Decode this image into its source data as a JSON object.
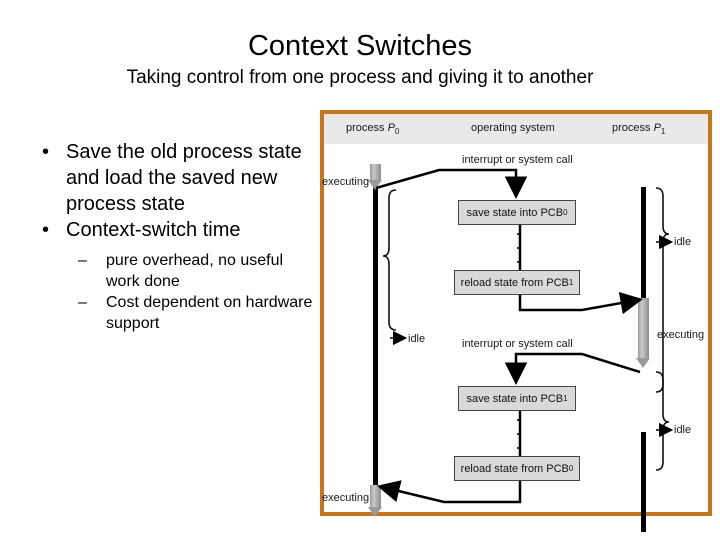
{
  "slide": {
    "title": "Context Switches",
    "subtitle": "Taking control from one process and giving it to another"
  },
  "bullets": [
    {
      "level": 1,
      "mark": "•",
      "text": "Save the old process state and load the saved new process state"
    },
    {
      "level": 1,
      "mark": "•",
      "text": "Context-switch time"
    },
    {
      "level": 2,
      "mark": "–",
      "text": "pure overhead, no useful work done"
    },
    {
      "level": 2,
      "mark": "–",
      "text": "Cost dependent on hardware support"
    }
  ],
  "figure": {
    "border_color": "#c4761c",
    "header_band_color": "#e9e9e9",
    "box_fill": "#d9d9d9",
    "columns": [
      {
        "name": "process-p0",
        "label_prefix": "process ",
        "label_var": "P",
        "label_sub": "0"
      },
      {
        "name": "operating-system",
        "label_prefix": "operating system",
        "label_var": "",
        "label_sub": ""
      },
      {
        "name": "process-p1",
        "label_prefix": "process ",
        "label_var": "P",
        "label_sub": "1"
      }
    ],
    "events": [
      {
        "name": "interrupt-1",
        "text": "interrupt or system call"
      },
      {
        "name": "interrupt-2",
        "text": "interrupt or system call"
      }
    ],
    "boxes": [
      {
        "name": "save-state-pcb0",
        "text": "save state into PCB",
        "sub": "0"
      },
      {
        "name": "reload-state-pcb1",
        "text": "reload state from PCB",
        "sub": "1"
      },
      {
        "name": "save-state-pcb1",
        "text": "save state into PCB",
        "sub": "1"
      },
      {
        "name": "reload-state-pcb0",
        "text": "reload state from PCB",
        "sub": "0"
      }
    ],
    "state_labels": {
      "executing_p0_top": "executing",
      "idle_p0": "idle",
      "executing_p0_bottom": "executing",
      "idle_p1_top": "idle",
      "executing_p1": "executing",
      "idle_p1_bottom": "idle"
    }
  }
}
